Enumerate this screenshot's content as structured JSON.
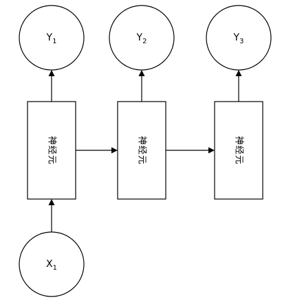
{
  "nodes": {
    "x1": {
      "base": "X",
      "sub": "1"
    },
    "y1": {
      "base": "Y",
      "sub": "1"
    },
    "y2": {
      "base": "Y",
      "sub": "2"
    },
    "y3": {
      "base": "Y",
      "sub": "3"
    },
    "neuron1": {
      "label": "神经元"
    },
    "neuron2": {
      "label": "神经元"
    },
    "neuron3": {
      "label": "神经元"
    }
  },
  "colors": {
    "stroke": "#000000",
    "fill": "#ffffff"
  }
}
